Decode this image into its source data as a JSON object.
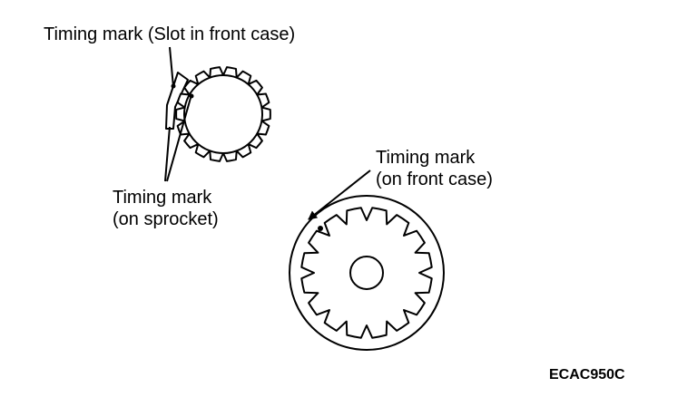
{
  "labels": {
    "slot_mark": "Timing mark (Slot in front case)",
    "sprocket_mark_line1": "Timing mark",
    "sprocket_mark_line2": "(on sprocket)",
    "front_case_mark_line1": "Timing mark",
    "front_case_mark_line2": "(on front case)"
  },
  "figure_code": "ECAC950C",
  "colors": {
    "ink": "#000000",
    "background": "#ffffff"
  },
  "components": {
    "small_sprocket_teeth": 18,
    "large_sprocket_teeth": 16
  }
}
